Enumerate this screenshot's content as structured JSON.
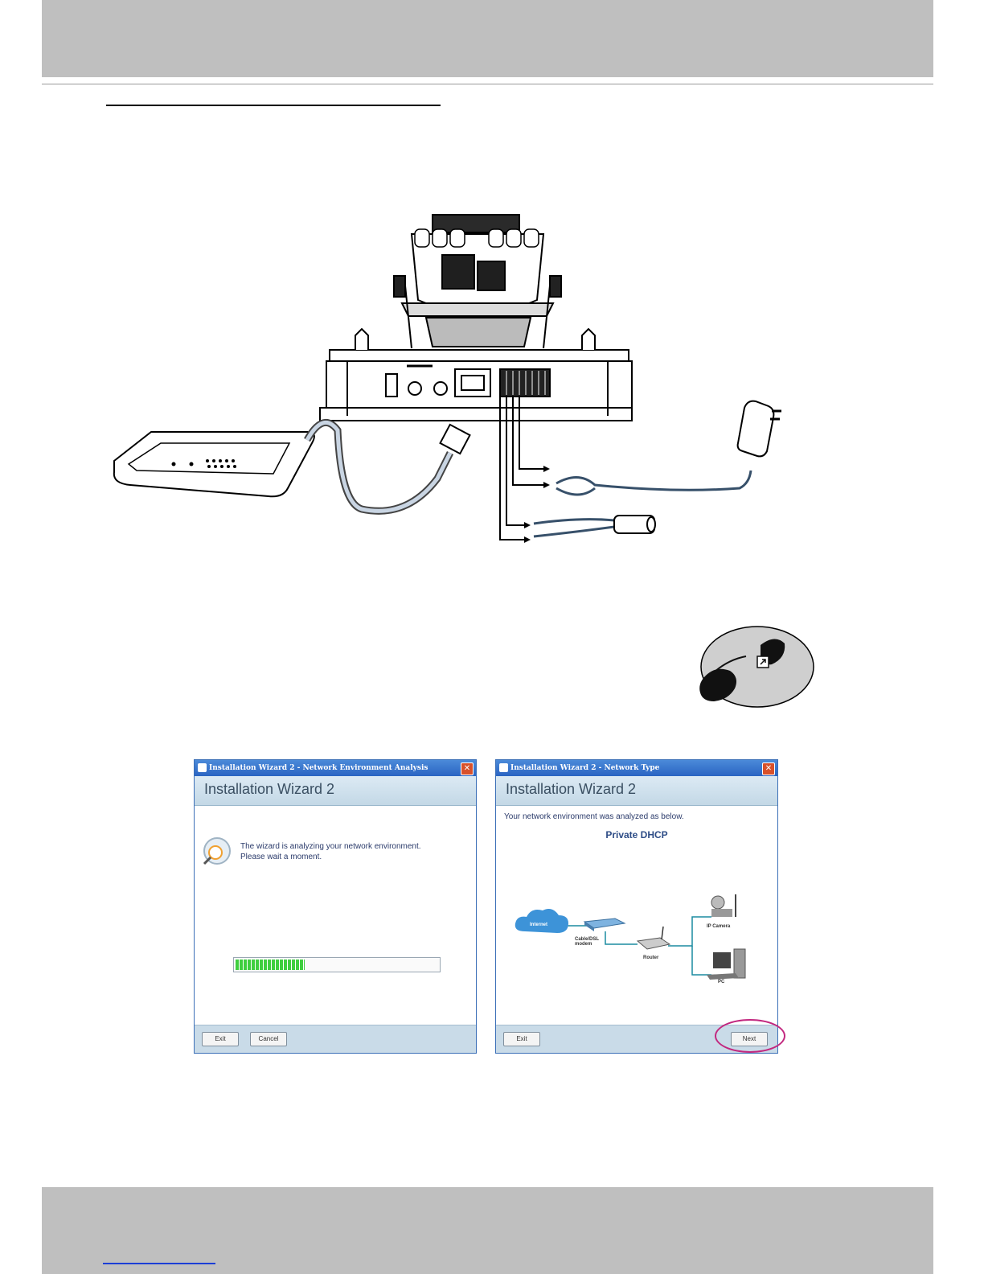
{
  "wizard_left": {
    "title_bar": "Installation Wizard 2 - Network Environment Analysis",
    "heading": "Installation Wizard 2",
    "message_line1": "The wizard is analyzing your network environment.",
    "message_line2": "Please wait a moment.",
    "progress_percent": 35,
    "exit_label": "Exit",
    "cancel_label": "Cancel"
  },
  "wizard_right": {
    "title_bar": "Installation Wizard 2 - Network Type",
    "heading": "Installation Wizard 2",
    "message": "Your network environment was analyzed as below.",
    "network_type": "Private DHCP",
    "labels": {
      "internet": "Internet",
      "modem_line1": "Cable/DSL",
      "modem_line2": "modem",
      "router": "Router",
      "camera": "IP Camera",
      "pc": "PC"
    },
    "exit_label": "Exit",
    "next_label": "Next"
  },
  "colors": {
    "band": "#bfbfbf",
    "highlight": "#c2287f",
    "link": "#1c3fd6"
  }
}
